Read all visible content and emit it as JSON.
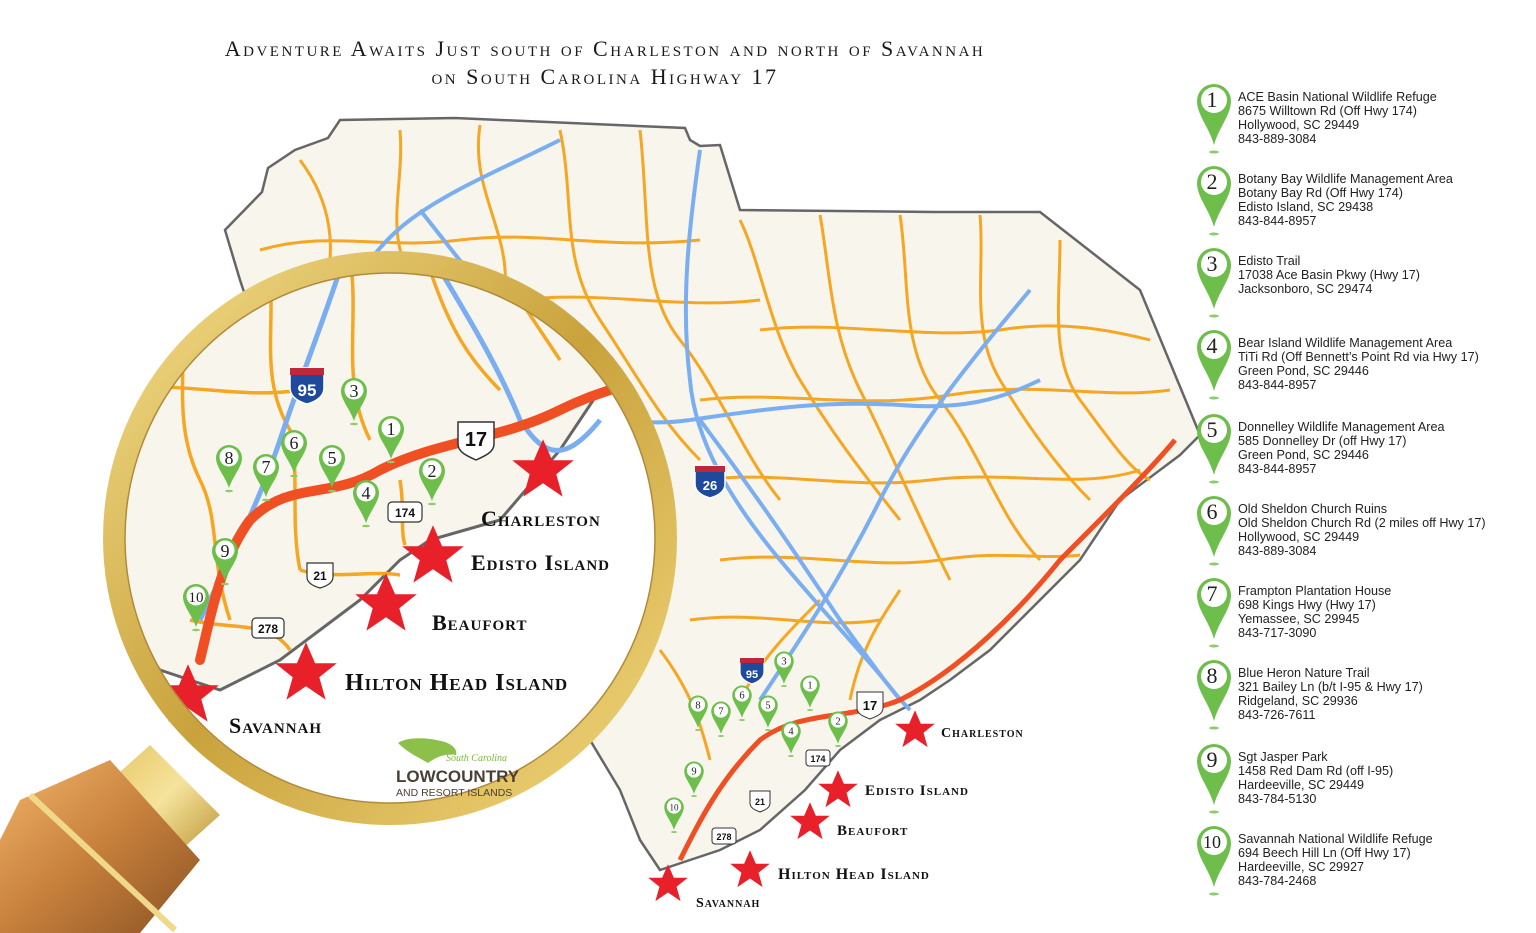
{
  "title": {
    "line1": "Adventure Awaits Just south of Charleston and north of Savannah",
    "line2": "on South Carolina Highway 17"
  },
  "colors": {
    "pin_green": "#6dbe4b",
    "star_red": "#e8202a",
    "hwy17_orange_red": "#f04e23",
    "state_roads": "#f5a623",
    "interstates": "#7aaef0",
    "land": "#f7f5ec",
    "coast_outline": "#666666",
    "magnifier_gold": "#d9b64e"
  },
  "map": {
    "highway_shields": {
      "i95": "95",
      "i26": "26",
      "us17": "17",
      "sc174": "174",
      "us21": "21",
      "us278": "278"
    },
    "cities": [
      {
        "name": "Charleston"
      },
      {
        "name": "Edisto Island"
      },
      {
        "name": "Beaufort"
      },
      {
        "name": "Hilton Head Island"
      },
      {
        "name": "Savannah"
      }
    ],
    "logo": {
      "tagline": "South Carolina",
      "name": "LOWCOUNTRY",
      "subtitle": "AND RESORT ISLANDS"
    }
  },
  "legend": [
    {
      "num": "1",
      "name": "ACE Basin National Wildlife Refuge",
      "address": "8675 Willtown Rd (Off Hwy 174)",
      "city": "Hollywood, SC  29449",
      "phone": "843-889-3084"
    },
    {
      "num": "2",
      "name": "Botany Bay Wildlife Management Area",
      "address": "Botany Bay Rd (Off Hwy 174)",
      "city": "Edisto Island, SC 29438",
      "phone": "843-844-8957"
    },
    {
      "num": "3",
      "name": "Edisto Trail",
      "address": "17038 Ace Basin Pkwy (Hwy 17)",
      "city": "Jacksonboro, SC 29474",
      "phone": ""
    },
    {
      "num": "4",
      "name": "Bear Island Wildlife Management Area",
      "address": "TiTi Rd (Off Bennett’s Point Rd via Hwy 17)",
      "city": "Green Pond, SC 29446",
      "phone": "843-844-8957"
    },
    {
      "num": "5",
      "name": "Donnelley Wildlife Management Area",
      "address": "585 Donnelley Dr (off Hwy 17)",
      "city": "Green Pond, SC  29446",
      "phone": "843-844-8957"
    },
    {
      "num": "6",
      "name": "Old Sheldon Church Ruins",
      "address": "Old Sheldon Church Rd (2 miles off Hwy 17)",
      "city": "Hollywood, SC  29449",
      "phone": "843-889-3084"
    },
    {
      "num": "7",
      "name": "Frampton Plantation House",
      "address": "698 Kings Hwy (Hwy 17)",
      "city": "Yemassee, SC  29945",
      "phone": "843-717-3090"
    },
    {
      "num": "8",
      "name": "Blue Heron Nature Trail",
      "address": "321 Bailey Ln (b/t I-95 & Hwy 17)",
      "city": "Ridgeland, SC  29936",
      "phone": "843-726-7611"
    },
    {
      "num": "9",
      "name": "Sgt Jasper Park",
      "address": "1458 Red Dam Rd (off I-95)",
      "city": "Hardeeville, SC  29449",
      "phone": "843-784-5130"
    },
    {
      "num": "10",
      "name": "Savannah National Wildlife Refuge",
      "address": "694 Beech Hill Ln (Off Hwy 17)",
      "city": "Hardeeville, SC  29927",
      "phone": "843-784-2468"
    }
  ]
}
